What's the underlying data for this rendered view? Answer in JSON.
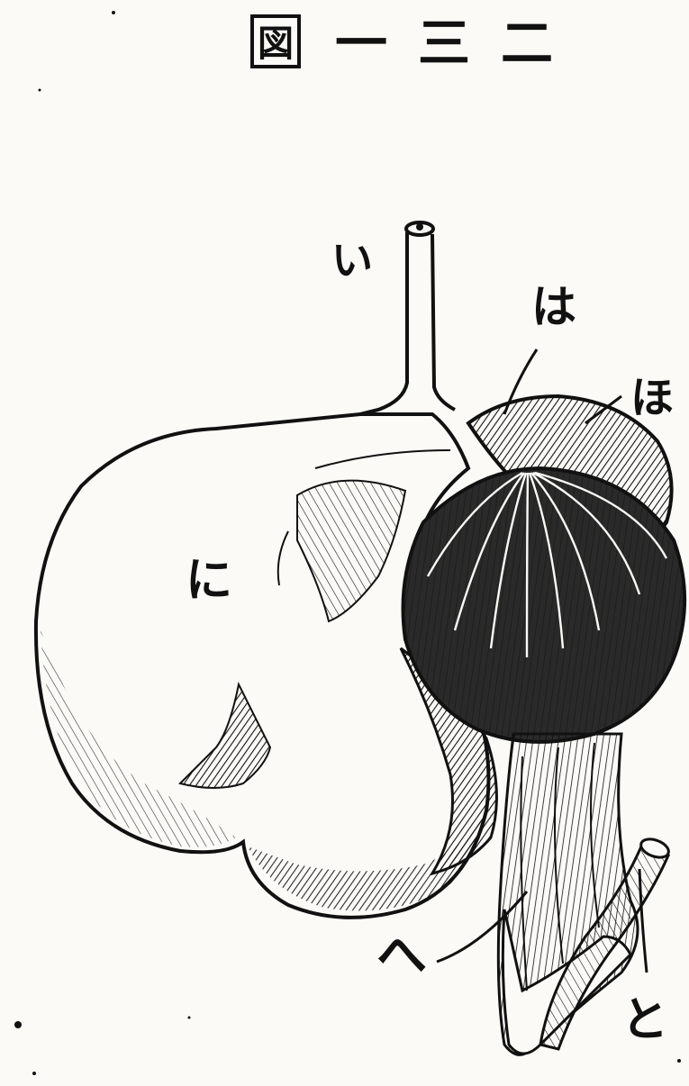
{
  "figure": {
    "title_mark": "図",
    "title": "一三二"
  },
  "labels": {
    "i": "い",
    "ha": "は",
    "ho": "ほ",
    "ni": "に",
    "he": "へ",
    "to": "と"
  },
  "colors": {
    "ink": "#111111",
    "paper": "#fbfaf7"
  }
}
